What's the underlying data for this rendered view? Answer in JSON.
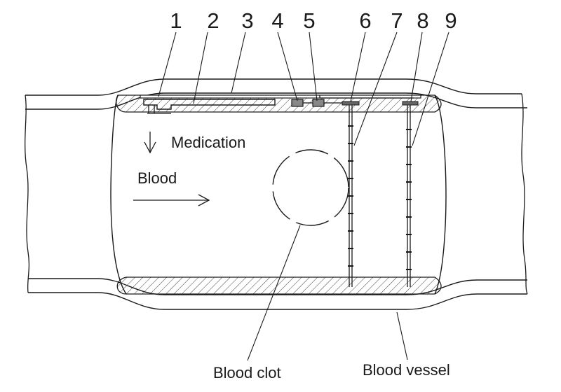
{
  "part_numbers": [
    "1",
    "2",
    "3",
    "4",
    "5",
    "6",
    "7",
    "8",
    "9"
  ],
  "labels": {
    "medication": "Medication",
    "blood": "Blood",
    "blood_clot": "Blood clot",
    "blood_vessel": "Blood vessel"
  }
}
